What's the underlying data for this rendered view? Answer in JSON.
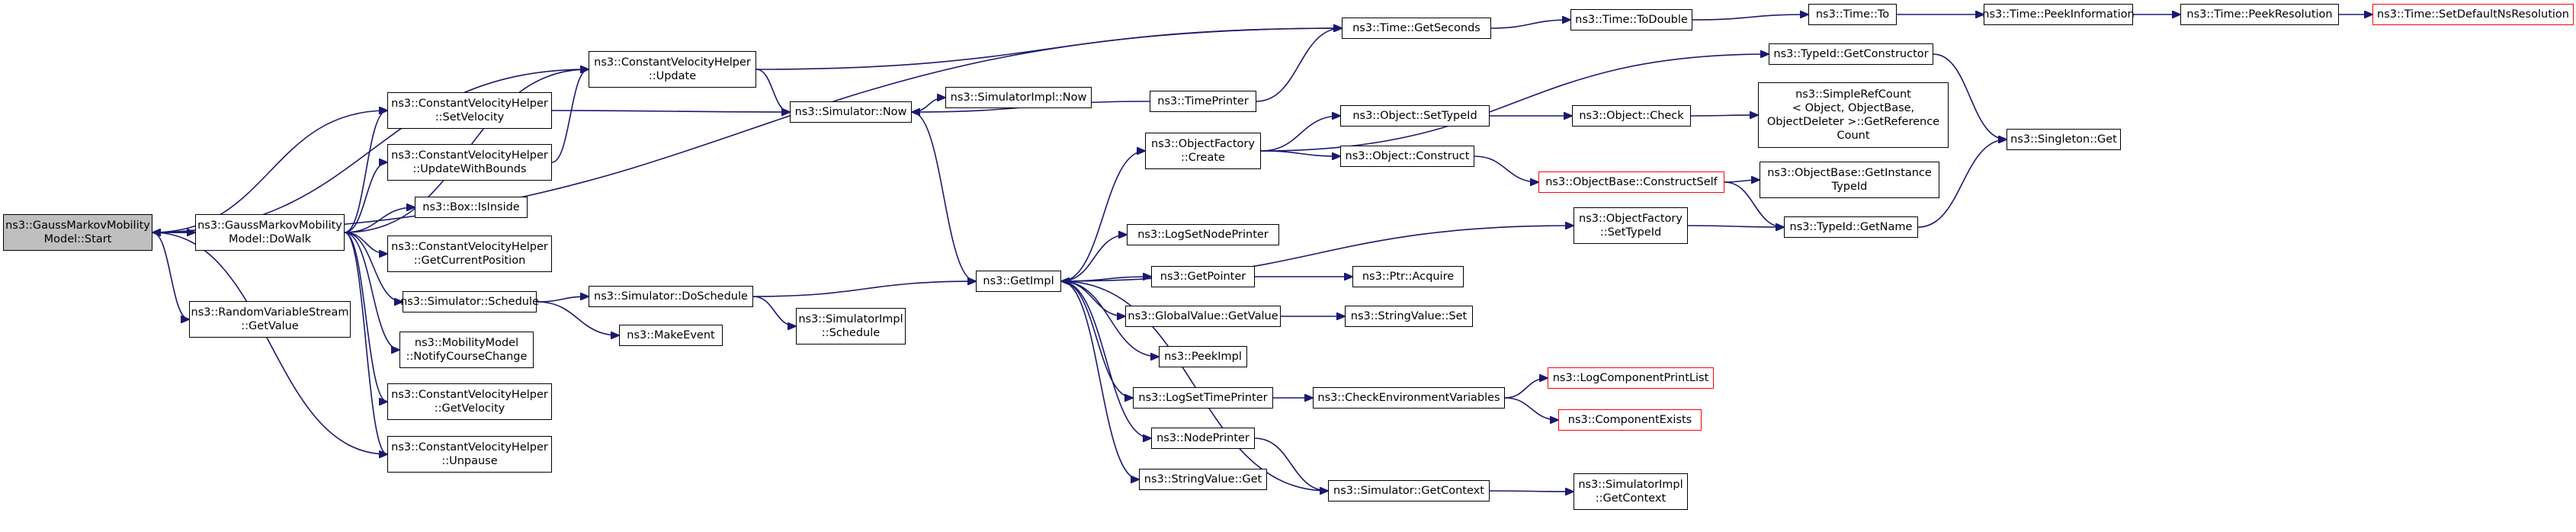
{
  "colors": {
    "edge": "#191970",
    "node_border": "#000000",
    "truncated_border": "#ff0000",
    "root_fill": "#bfbfbf",
    "background": "#ffffff"
  },
  "nodes": [
    {
      "id": "start",
      "lines": [
        "ns3::GaussMarkovMobility",
        "Model::Start"
      ],
      "kind": "root"
    },
    {
      "id": "dowalk",
      "lines": [
        "ns3::GaussMarkovMobility",
        "Model::DoWalk"
      ]
    },
    {
      "id": "rvsget",
      "lines": [
        "ns3::RandomVariableStream",
        "::GetValue"
      ]
    },
    {
      "id": "cvhupdate",
      "lines": [
        "ns3::ConstantVelocityHelper",
        "::Update"
      ]
    },
    {
      "id": "cvhsetvel",
      "lines": [
        "ns3::ConstantVelocityHelper",
        "::SetVelocity"
      ]
    },
    {
      "id": "cvhupdbounds",
      "lines": [
        "ns3::ConstantVelocityHelper",
        "::UpdateWithBounds"
      ]
    },
    {
      "id": "boxinside",
      "lines": [
        "ns3::Box::IsInside"
      ]
    },
    {
      "id": "cvhgetpos",
      "lines": [
        "ns3::ConstantVelocityHelper",
        "::GetCurrentPosition"
      ]
    },
    {
      "id": "simschedule",
      "lines": [
        "ns3::Simulator::Schedule"
      ]
    },
    {
      "id": "mobnotify",
      "lines": [
        "ns3::MobilityModel",
        "::NotifyCourseChange"
      ]
    },
    {
      "id": "cvhgetvel",
      "lines": [
        "ns3::ConstantVelocityHelper",
        "::GetVelocity"
      ]
    },
    {
      "id": "cvhunpause",
      "lines": [
        "ns3::ConstantVelocityHelper",
        "::Unpause"
      ]
    },
    {
      "id": "simnow",
      "lines": [
        "ns3::Simulator::Now"
      ]
    },
    {
      "id": "simimplnow",
      "lines": [
        "ns3::SimulatorImpl::Now"
      ]
    },
    {
      "id": "simdoschedule",
      "lines": [
        "ns3::Simulator::DoSchedule"
      ]
    },
    {
      "id": "makeevent",
      "lines": [
        "ns3::MakeEvent"
      ]
    },
    {
      "id": "simimplschedule",
      "lines": [
        "ns3::SimulatorImpl",
        "::Schedule"
      ]
    },
    {
      "id": "getimpl",
      "lines": [
        "ns3::GetImpl"
      ]
    },
    {
      "id": "timeprinter",
      "lines": [
        "ns3::TimePrinter"
      ]
    },
    {
      "id": "objfcreate",
      "lines": [
        "ns3::ObjectFactory",
        "::Create"
      ]
    },
    {
      "id": "logsetnode",
      "lines": [
        "ns3::LogSetNodePrinter"
      ]
    },
    {
      "id": "getpointer",
      "lines": [
        "ns3::GetPointer"
      ]
    },
    {
      "id": "gvgetvalue",
      "lines": [
        "ns3::GlobalValue::GetValue"
      ]
    },
    {
      "id": "peekimpl",
      "lines": [
        "ns3::PeekImpl"
      ]
    },
    {
      "id": "logsettime",
      "lines": [
        "ns3::LogSetTimePrinter"
      ]
    },
    {
      "id": "nodeprinter",
      "lines": [
        "ns3::NodePrinter"
      ]
    },
    {
      "id": "svget",
      "lines": [
        "ns3::StringValue::Get"
      ]
    },
    {
      "id": "timegetsec",
      "lines": [
        "ns3::Time::GetSeconds"
      ]
    },
    {
      "id": "timetodouble",
      "lines": [
        "ns3::Time::ToDouble"
      ]
    },
    {
      "id": "timeto",
      "lines": [
        "ns3::Time::To"
      ]
    },
    {
      "id": "timepeekinfo",
      "lines": [
        "ns3::Time::PeekInformation"
      ]
    },
    {
      "id": "timepeekres",
      "lines": [
        "ns3::Time::PeekResolution"
      ]
    },
    {
      "id": "timesetdef",
      "lines": [
        "ns3::Time::SetDefaultNsResolution"
      ],
      "kind": "red"
    },
    {
      "id": "typeidgetctor",
      "lines": [
        "ns3::TypeId::GetConstructor"
      ]
    },
    {
      "id": "objsettypeid",
      "lines": [
        "ns3::Object::SetTypeId"
      ]
    },
    {
      "id": "objconstruct",
      "lines": [
        "ns3::Object::Construct"
      ]
    },
    {
      "id": "objcheck",
      "lines": [
        "ns3::Object::Check"
      ]
    },
    {
      "id": "simplerefcount",
      "lines": [
        "ns3::SimpleRefCount",
        "< Object, ObjectBase,",
        "ObjectDeleter >::GetReference",
        "Count"
      ]
    },
    {
      "id": "singletonget",
      "lines": [
        "ns3::Singleton::Get"
      ]
    },
    {
      "id": "objbaseconstruct",
      "lines": [
        "ns3::ObjectBase::ConstructSelf"
      ],
      "kind": "red"
    },
    {
      "id": "objbasegetinst",
      "lines": [
        "ns3::ObjectBase::GetInstance",
        "TypeId"
      ]
    },
    {
      "id": "objfsettypeid",
      "lines": [
        "ns3::ObjectFactory",
        "::SetTypeId"
      ]
    },
    {
      "id": "typeidgetname",
      "lines": [
        "ns3::TypeId::GetName"
      ]
    },
    {
      "id": "ptracquire",
      "lines": [
        "ns3::Ptr::Acquire"
      ]
    },
    {
      "id": "svset",
      "lines": [
        "ns3::StringValue::Set"
      ]
    },
    {
      "id": "checkenv",
      "lines": [
        "ns3::CheckEnvironmentVariables"
      ]
    },
    {
      "id": "logcompprint",
      "lines": [
        "ns3::LogComponentPrintList"
      ],
      "kind": "red"
    },
    {
      "id": "compexists",
      "lines": [
        "ns3::ComponentExists"
      ],
      "kind": "red"
    },
    {
      "id": "simgetctx",
      "lines": [
        "ns3::Simulator::GetContext"
      ]
    },
    {
      "id": "simimplgetctx",
      "lines": [
        "ns3::SimulatorImpl",
        "::GetContext"
      ]
    }
  ],
  "edges": [
    [
      "start",
      "dowalk"
    ],
    [
      "start",
      "rvsget"
    ],
    [
      "start",
      "cvhupdate"
    ],
    [
      "start",
      "cvhsetvel"
    ],
    [
      "start",
      "timegetsec"
    ],
    [
      "start",
      "cvhunpause"
    ],
    [
      "dowalk",
      "start"
    ],
    [
      "dowalk",
      "cvhupdate"
    ],
    [
      "dowalk",
      "cvhsetvel"
    ],
    [
      "dowalk",
      "cvhupdbounds"
    ],
    [
      "dowalk",
      "boxinside"
    ],
    [
      "dowalk",
      "cvhgetpos"
    ],
    [
      "dowalk",
      "simschedule"
    ],
    [
      "dowalk",
      "mobnotify"
    ],
    [
      "dowalk",
      "cvhgetvel"
    ],
    [
      "dowalk",
      "cvhunpause"
    ],
    [
      "cvhupdate",
      "timegetsec"
    ],
    [
      "cvhupdate",
      "simnow"
    ],
    [
      "cvhsetvel",
      "simnow"
    ],
    [
      "cvhupdbounds",
      "cvhupdate"
    ],
    [
      "simschedule",
      "simdoschedule"
    ],
    [
      "simschedule",
      "makeevent"
    ],
    [
      "simnow",
      "simimplnow"
    ],
    [
      "simnow",
      "getimpl"
    ],
    [
      "simdoschedule",
      "getimpl"
    ],
    [
      "simdoschedule",
      "simimplschedule"
    ],
    [
      "getimpl",
      "objfcreate"
    ],
    [
      "getimpl",
      "logsetnode"
    ],
    [
      "getimpl",
      "getpointer"
    ],
    [
      "getimpl",
      "gvgetvalue"
    ],
    [
      "getimpl",
      "peekimpl"
    ],
    [
      "getimpl",
      "logsettime"
    ],
    [
      "getimpl",
      "nodeprinter"
    ],
    [
      "getimpl",
      "svget"
    ],
    [
      "getimpl",
      "objfsettypeid"
    ],
    [
      "timeprinter",
      "simnow"
    ],
    [
      "timeprinter",
      "timegetsec"
    ],
    [
      "objfcreate",
      "typeidgetctor"
    ],
    [
      "objfcreate",
      "objsettypeid"
    ],
    [
      "objfcreate",
      "objconstruct"
    ],
    [
      "objsettypeid",
      "objcheck"
    ],
    [
      "objcheck",
      "simplerefcount"
    ],
    [
      "objconstruct",
      "objbaseconstruct"
    ],
    [
      "objbaseconstruct",
      "objbasegetinst"
    ],
    [
      "objbaseconstruct",
      "typeidgetname"
    ],
    [
      "objfsettypeid",
      "typeidgetname"
    ],
    [
      "typeidgetname",
      "singletonget"
    ],
    [
      "typeidgetctor",
      "singletonget"
    ],
    [
      "getpointer",
      "ptracquire"
    ],
    [
      "gvgetvalue",
      "svset"
    ],
    [
      "logsettime",
      "checkenv"
    ],
    [
      "checkenv",
      "logcompprint"
    ],
    [
      "checkenv",
      "compexists"
    ],
    [
      "nodeprinter",
      "simgetctx"
    ],
    [
      "simgetctx",
      "getimpl"
    ],
    [
      "simgetctx",
      "simimplgetctx"
    ],
    [
      "timegetsec",
      "timetodouble"
    ],
    [
      "timetodouble",
      "timeto"
    ],
    [
      "timeto",
      "timepeekinfo"
    ],
    [
      "timepeekinfo",
      "timepeekres"
    ],
    [
      "timepeekres",
      "timesetdef"
    ]
  ]
}
